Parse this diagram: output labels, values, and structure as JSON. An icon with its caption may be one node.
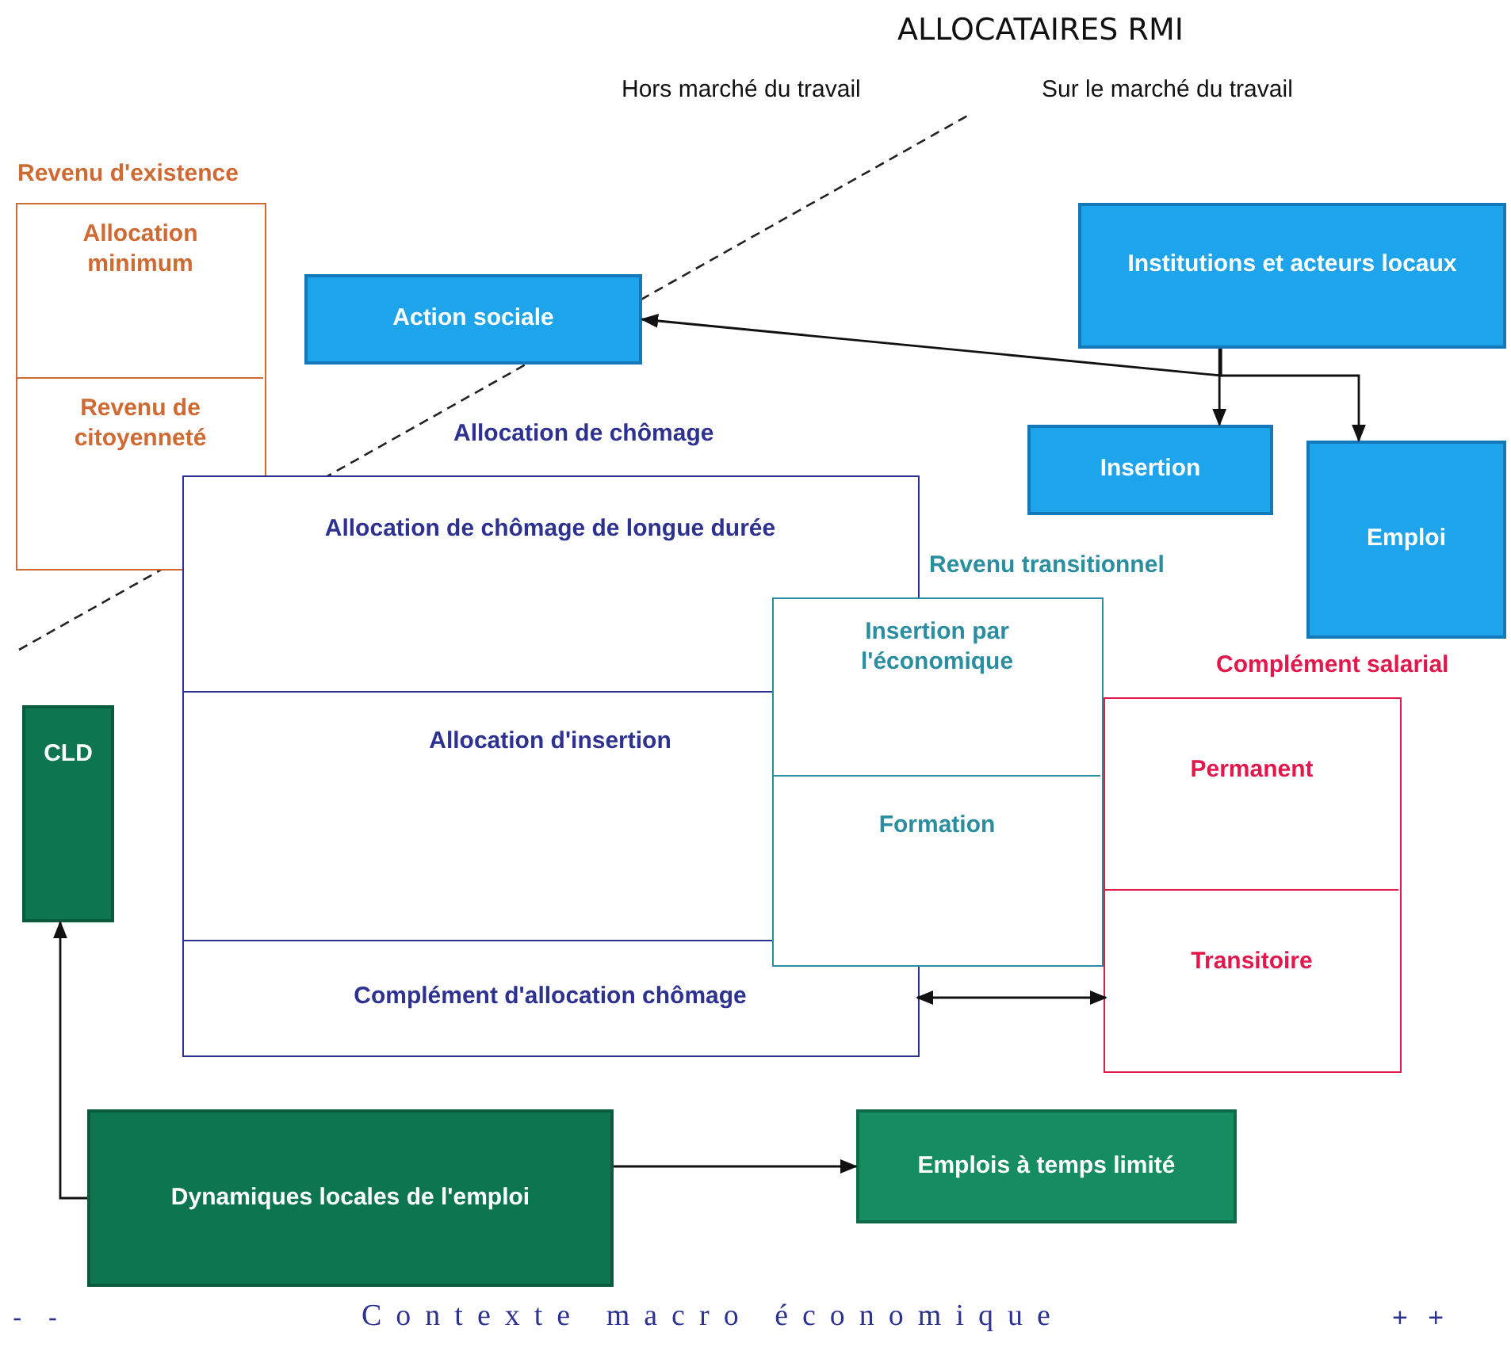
{
  "diagram": {
    "nodes": [
      {
        "text": [
          "Revenu d'existence"
        ]
      },
      {
        "text": [
          "Allocation minimum"
        ],
        "in": 0
      },
      {
        "text": [
          "Revenu de citoyenneté"
        ],
        "in": 0
      },
      {
        "text": [
          "Action sociale"
        ]
      },
      {
        "text": [
          "Institutions et acteurs locaux"
        ]
      },
      {
        "text": [
          "Insertion"
        ]
      },
      {
        "text": [
          "Emploi"
        ]
      },
      {
        "text": [
          "Allocation de chômage"
        ]
      },
      {
        "text": [
          "Allocation de chômage de longue durée"
        ],
        "in": 7
      },
      {
        "text": [
          "Allocation d'insertion"
        ],
        "in": 7
      },
      {
        "text": [
          "Complément d'allocation chômage"
        ],
        "in": 7
      },
      {
        "text": [
          "Revenu transitionnel"
        ]
      },
      {
        "text": [
          "Insertion par l'économique"
        ],
        "in": 11
      },
      {
        "text": [
          "Formation"
        ],
        "in": 11
      },
      {
        "text": [
          "Complément salarial"
        ]
      },
      {
        "text": [
          "Permanent"
        ],
        "in": 14
      },
      {
        "text": [
          "Transitoire"
        ],
        "in": 14
      },
      {
        "text": [
          "CLD"
        ]
      },
      {
        "text": [
          "Dynamiques locales de l'emploi"
        ]
      },
      {
        "text": [
          "Emplois à temps limité"
        ]
      }
    ],
    "edges": [
      {
        "from": 4,
        "to": 3,
        "arrow": "to"
      },
      {
        "from": 4,
        "to": 5,
        "arrow": "to"
      },
      {
        "from": 4,
        "to": 6,
        "arrow": "to"
      },
      {
        "from": 10,
        "to": 16,
        "arrow": "both"
      },
      {
        "from": 18,
        "to": 17,
        "arrow": "to"
      },
      {
        "from": 18,
        "to": 19,
        "arrow": "to"
      }
    ],
    "labels": [
      "ALLOCATAIRES RMI",
      "Hors marché du travail",
      "Sur le marché du travail",
      "- -",
      "Contexte macro économique",
      "+ +"
    ]
  }
}
